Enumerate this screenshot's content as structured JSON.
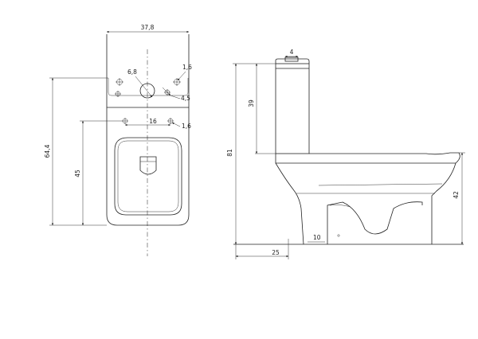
{
  "top_view": {
    "width": "37,8",
    "outlet_dia": "6,8",
    "fix_dia_top": "1,6",
    "fix_offset": "4,5",
    "fix_spacing": "16",
    "fix_dia_bottom": "1,6",
    "depth": "64,4",
    "outlet_distance": "45"
  },
  "side_view": {
    "button": "4",
    "cistern_height": "39",
    "total_height": "81",
    "seat_height": "42",
    "outlet_center": "25",
    "base_offset": "10"
  }
}
